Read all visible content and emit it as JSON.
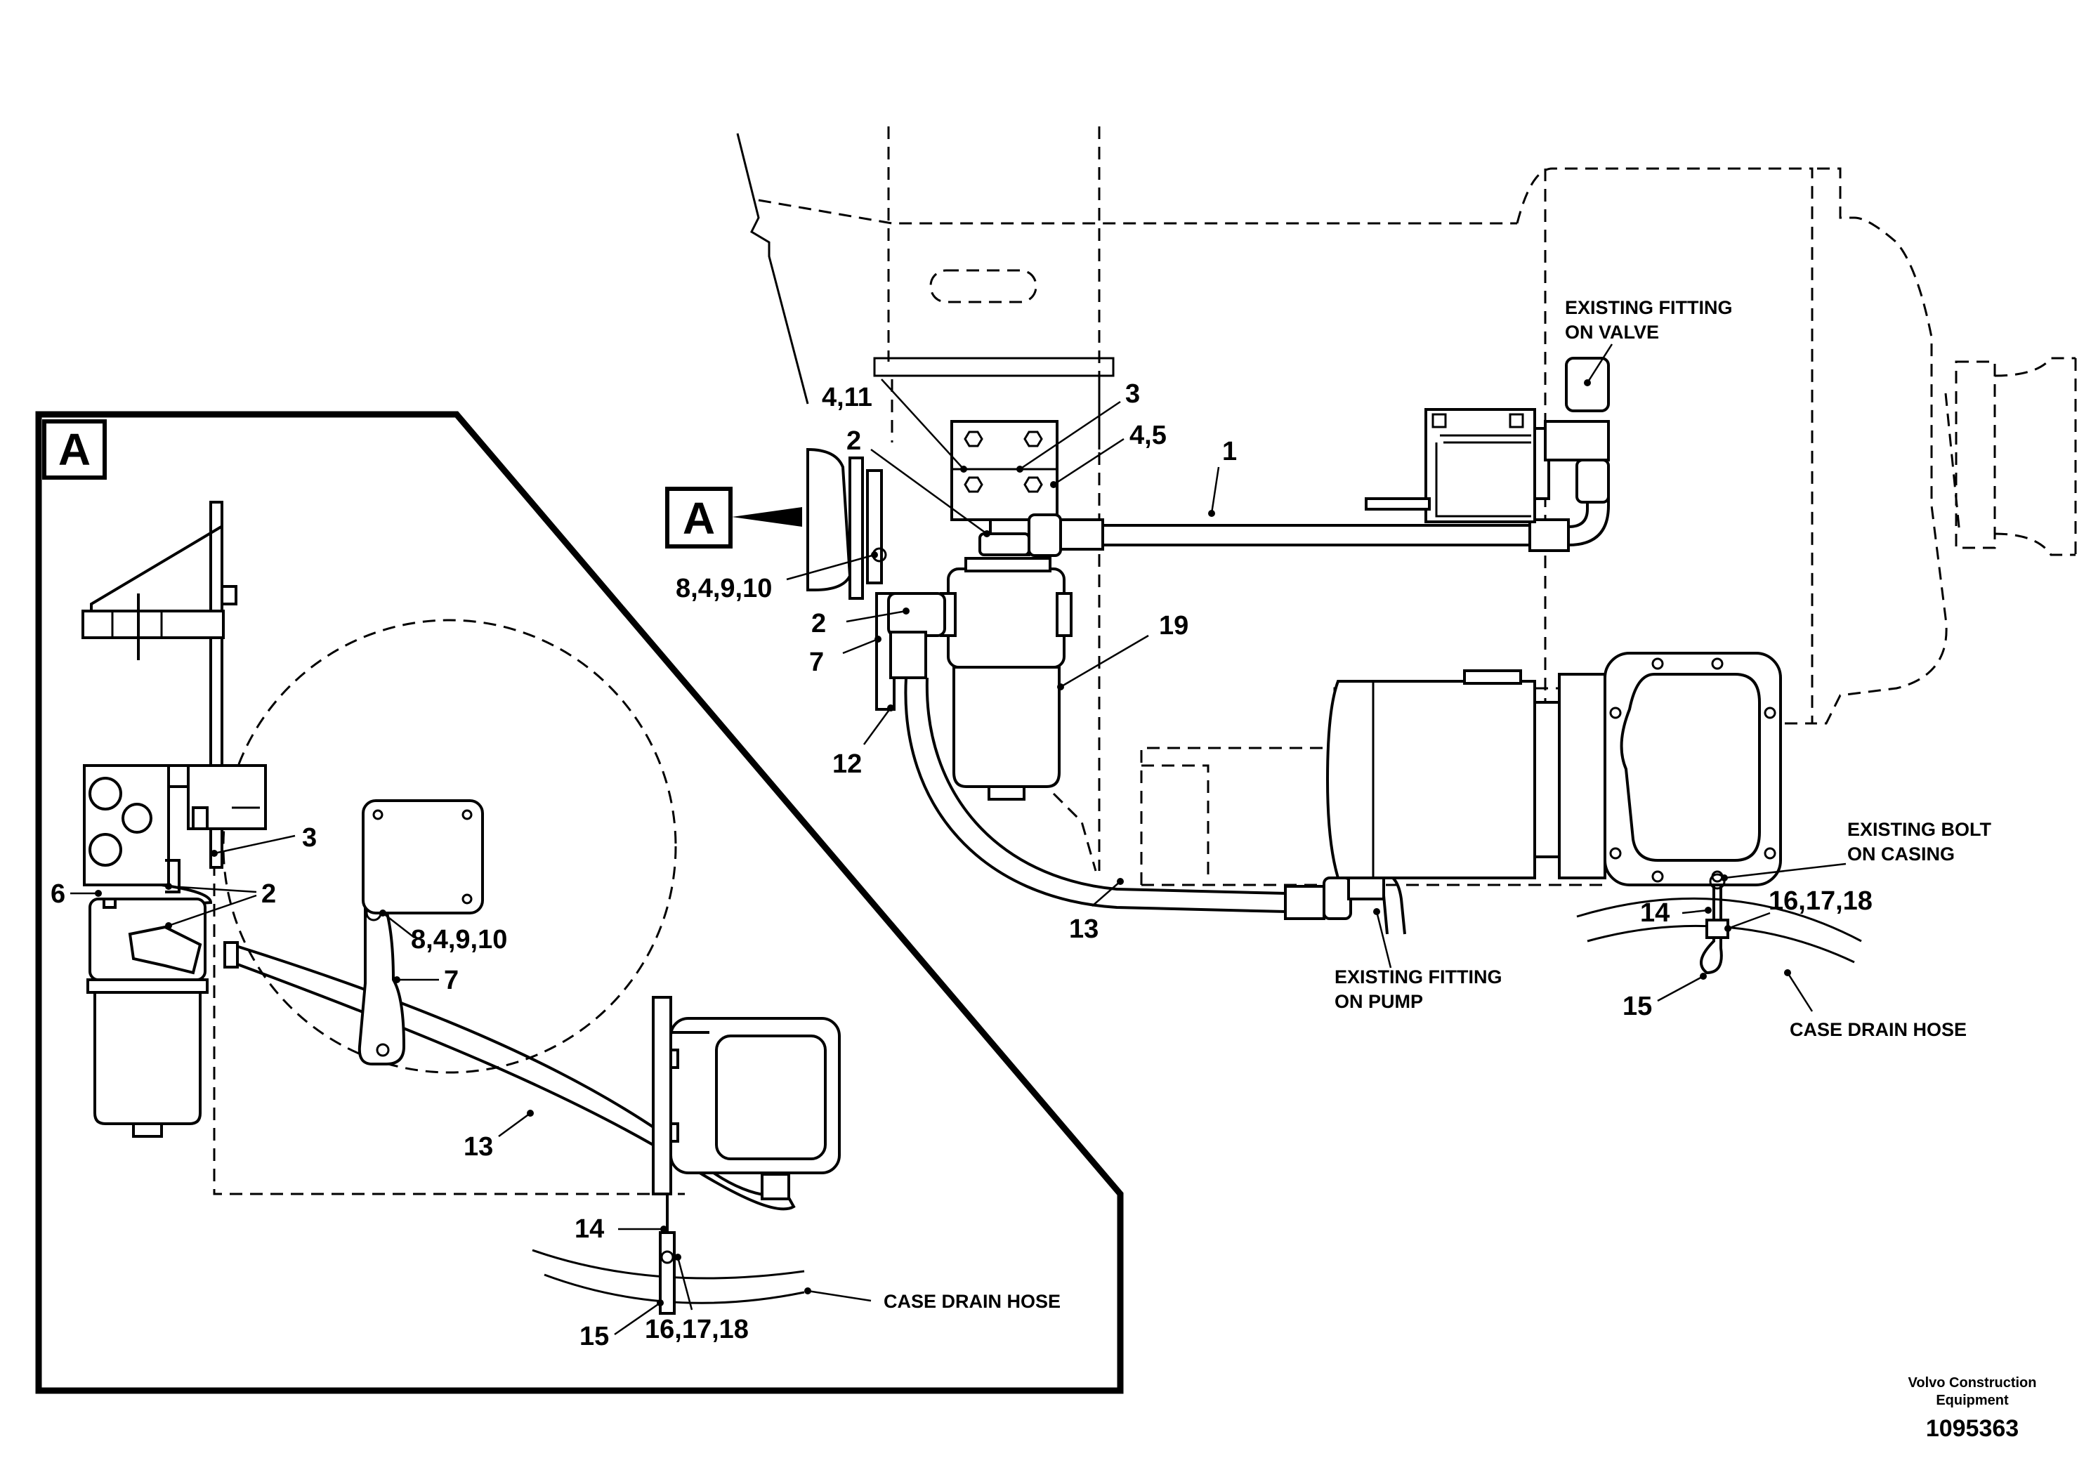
{
  "detail_view": {
    "tag": "A",
    "callouts": {
      "c3": "3",
      "c2": "2",
      "c6": "6",
      "c8": "8,4,9,10",
      "c7": "7",
      "c13": "13",
      "c14": "14",
      "c15": "15",
      "c16": "16,17,18"
    },
    "case_drain_hose": "CASE DRAIN HOSE"
  },
  "main_view": {
    "view_marker": "A",
    "callouts": {
      "c4_11": "4,11",
      "c3": "3",
      "c4_5": "4,5",
      "c2a": "2",
      "c1": "1",
      "c8": "8,4,9,10",
      "c2b": "2",
      "c19": "19",
      "c7": "7",
      "c12": "12",
      "c13": "13",
      "c14": "14",
      "c16": "16,17,18",
      "c15": "15"
    },
    "notes": {
      "fitting_valve_l1": "EXISTING FITTING",
      "fitting_valve_l2": "ON VALVE",
      "bolt_l1": "EXISTING BOLT",
      "bolt_l2": "ON CASING",
      "pump_l1": "EXISTING FITTING",
      "pump_l2": "ON PUMP",
      "case_drain_hose": "CASE DRAIN HOSE"
    }
  },
  "footer": {
    "company_l1": "Volvo Construction",
    "company_l2": "Equipment",
    "drawing_number": "1095363"
  }
}
